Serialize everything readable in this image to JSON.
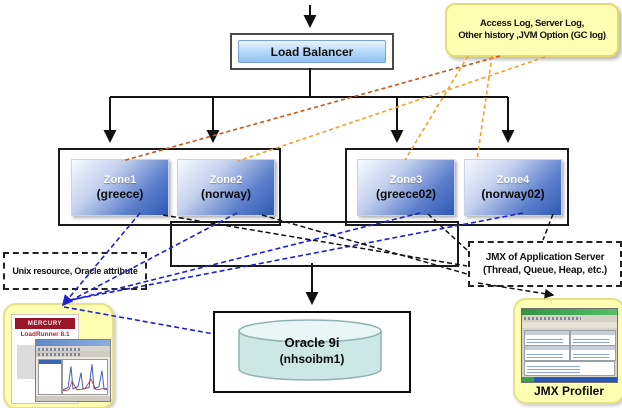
{
  "load_balancer": {
    "label": "Load Balancer"
  },
  "log_callout": {
    "line1": "Access Log, Server Log,",
    "line2": "Other history ,JVM Option (GC log)"
  },
  "zones": [
    {
      "name": "Zone1",
      "host": "(greece)"
    },
    {
      "name": "Zone2",
      "host": "(norway)"
    },
    {
      "name": "Zone3",
      "host": "(greece02)"
    },
    {
      "name": "Zone4",
      "host": "(norway02)"
    }
  ],
  "unix_callout": {
    "label": "Unix resource, Oracle attribute"
  },
  "jmx_callout": {
    "line1": "JMX of Application Server",
    "line2": "(Thread, Queue, Heap, etc.)"
  },
  "database": {
    "name": "Oracle 9i",
    "instance": "(nhsoibm1)"
  },
  "loadrunner": {
    "brand": "MERCURY",
    "product": "LoadRunner 8.1"
  },
  "jmx_profiler": {
    "label": "JMX Profiler"
  },
  "colors": {
    "zone_blue": "#2d59b2",
    "callout_yellow": "#ffffb3",
    "log_line_orange": "#f0a028",
    "log_line_red_orange": "#cc5517",
    "monitor_line_blue": "#1f1fd8",
    "jmx_line_black": "#111111",
    "cylinder_teal": "#d6ebea",
    "mercury_red": "#9c1428"
  }
}
